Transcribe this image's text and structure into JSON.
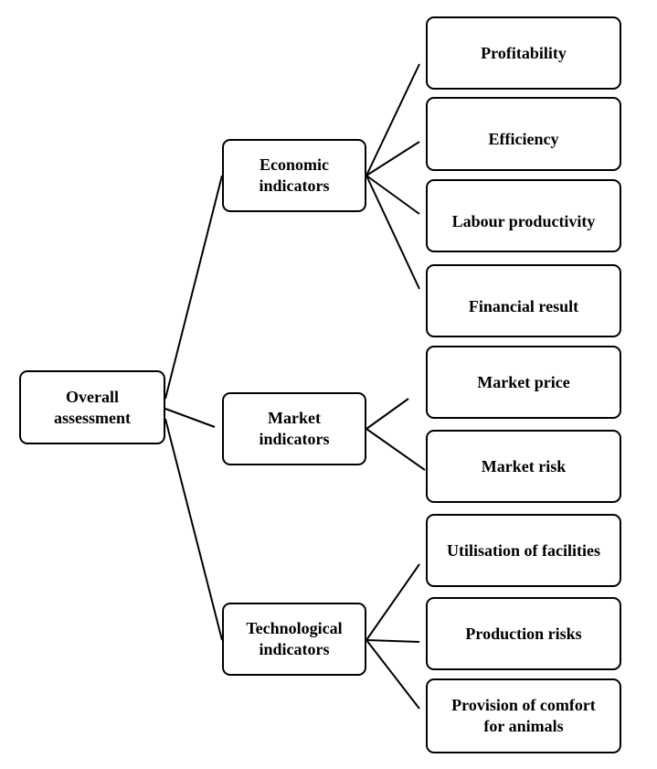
{
  "diagram": {
    "root": {
      "label": "Overall\nassessment"
    },
    "groups": [
      {
        "label": "Economic\nindicators",
        "children": [
          "Profitability",
          "Efficiency",
          "Labour productivity",
          "Financial result"
        ]
      },
      {
        "label": "Market\nindicators",
        "children": [
          "Market price",
          "Market risk"
        ]
      },
      {
        "label": "Technological\nindicators",
        "children": [
          "Utilisation of facilities",
          "Production risks",
          "Provision of comfort\nfor animals"
        ]
      }
    ],
    "line_color": "#000000"
  }
}
